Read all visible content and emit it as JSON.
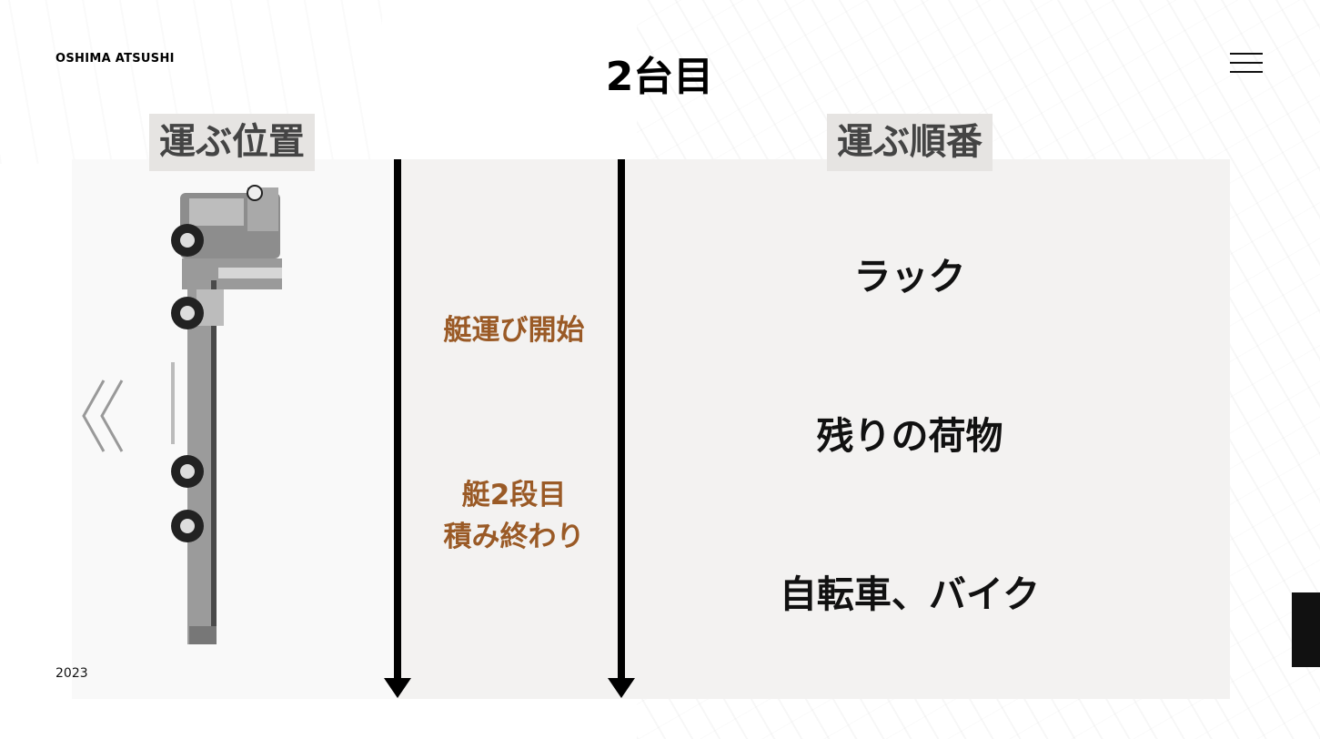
{
  "header": {
    "site_name": "OSHIMA ATSUSHI",
    "menu_icon": "hamburger-icon"
  },
  "slide": {
    "title": "2台目",
    "column_position_label": "運ぶ位置",
    "column_order_label": "運ぶ順番",
    "middle_labels": [
      "艇運び開始",
      "艇2段目",
      "積み終わり"
    ],
    "order_items": [
      "ラック",
      "残りの荷物",
      "自転車、バイク"
    ],
    "truck_image": "truck-top-view-icon",
    "arrow_icon": "down-arrow-icon",
    "prev_icon": "double-chevron-left-icon"
  },
  "footer": {
    "year": "2023"
  },
  "colors": {
    "accent_text": "#9a5a26",
    "panel_bg": "#f3f2f1",
    "label_bg": "#e6e4e2"
  }
}
